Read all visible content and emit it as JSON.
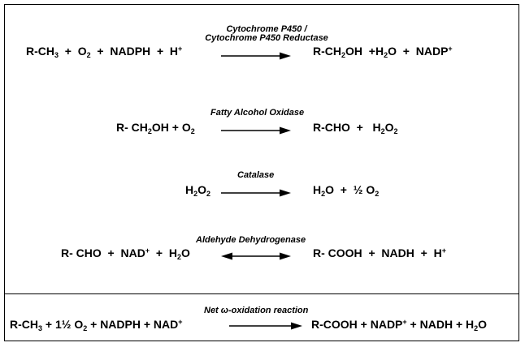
{
  "r1": {
    "label": [
      "Cytochrome P450 /",
      "Cytochrome P450 Reductase"
    ],
    "left": [
      [
        "R-CH"
      ],
      [
        "3",
        "sub"
      ],
      [
        "  +  O"
      ],
      [
        "2",
        "sub"
      ],
      [
        "  +  NADPH  +  H"
      ],
      [
        "+",
        "sup"
      ]
    ],
    "right": [
      [
        "R-CH"
      ],
      [
        "2",
        "sub"
      ],
      [
        "OH  +H"
      ],
      [
        "2",
        "sub"
      ],
      [
        "O  +  NADP"
      ],
      [
        "+",
        "sup"
      ]
    ]
  },
  "r2": {
    "label": [
      "Fatty Alcohol Oxidase"
    ],
    "left": [
      [
        "R- CH"
      ],
      [
        "2",
        "sub"
      ],
      [
        "OH + O"
      ],
      [
        "2",
        "sub"
      ]
    ],
    "right": [
      [
        "R-CHO  +   H"
      ],
      [
        "2",
        "sub"
      ],
      [
        "O"
      ],
      [
        "2",
        "sub"
      ]
    ]
  },
  "r3": {
    "label": [
      "Catalase"
    ],
    "left": [
      [
        "H"
      ],
      [
        "2",
        "sub"
      ],
      [
        "O"
      ],
      [
        "2",
        "sub"
      ]
    ],
    "right": [
      [
        "H"
      ],
      [
        "2",
        "sub"
      ],
      [
        "O  +  ½ O"
      ],
      [
        "2",
        "sub"
      ]
    ]
  },
  "r4": {
    "label": [
      "Aldehyde Dehydrogenase"
    ],
    "left": [
      [
        "R- CHO  +  NAD"
      ],
      [
        "+",
        "sup"
      ],
      [
        "  +  H"
      ],
      [
        "2",
        "sub"
      ],
      [
        "O"
      ]
    ],
    "right": [
      [
        "R- COOH  +  NADH  +  H"
      ],
      [
        "+",
        "sup"
      ]
    ]
  },
  "net": {
    "label": [
      "Net ω-oxidation reaction"
    ],
    "left": [
      [
        "R-CH"
      ],
      [
        "3",
        "sub"
      ],
      [
        " + 1½ O"
      ],
      [
        "2",
        "sub"
      ],
      [
        " + NADPH + NAD"
      ],
      [
        "+",
        "sup"
      ]
    ],
    "right": [
      [
        "R-COOH + NADP"
      ],
      [
        "+",
        "sup"
      ],
      [
        " + NADH + H"
      ],
      [
        "2",
        "sub"
      ],
      [
        "O"
      ]
    ]
  }
}
